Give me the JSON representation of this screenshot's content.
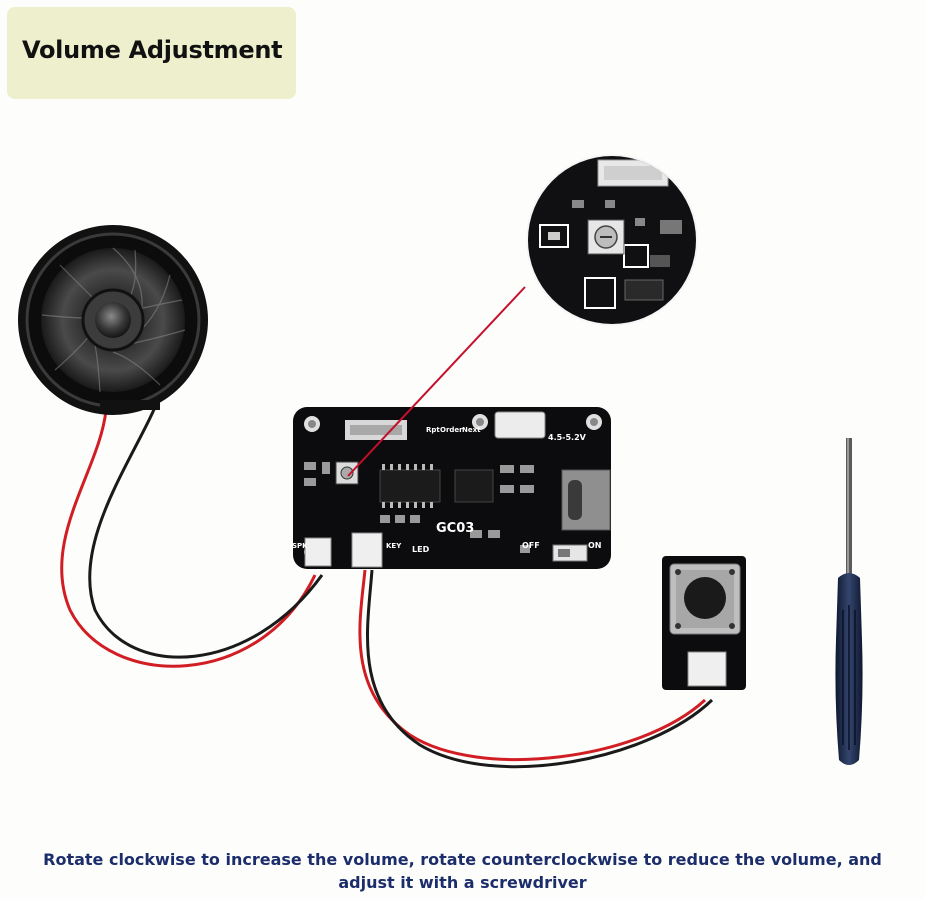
{
  "title": "Volume Adjustment",
  "caption": {
    "line1": "Rotate clockwise to increase the volume, rotate counterclockwise to reduce the volume, and",
    "line2": "adjust it with a screwdriver"
  },
  "board": {
    "model": "GC03",
    "labels": {
      "rpt": "Rpt",
      "order": "Order",
      "next": "Next",
      "voltage": "4.5-5.2V",
      "spk": "SPK",
      "key": "KEY",
      "led": "LED",
      "off": "OFF",
      "on": "ON"
    }
  },
  "colors": {
    "title_bg": "#eeefcc",
    "caption_text": "#1c2d6b",
    "wire_red": "#d11e24",
    "wire_black": "#1a1a1a",
    "pointer_line": "#c4102a",
    "pcb": "#0c0c0e",
    "screwdriver_handle": "#1e2a4a"
  },
  "icons": {
    "speaker": "speaker-icon",
    "push_button": "push-button-icon",
    "screwdriver": "screwdriver-icon",
    "potentiometer": "potentiometer-icon"
  }
}
